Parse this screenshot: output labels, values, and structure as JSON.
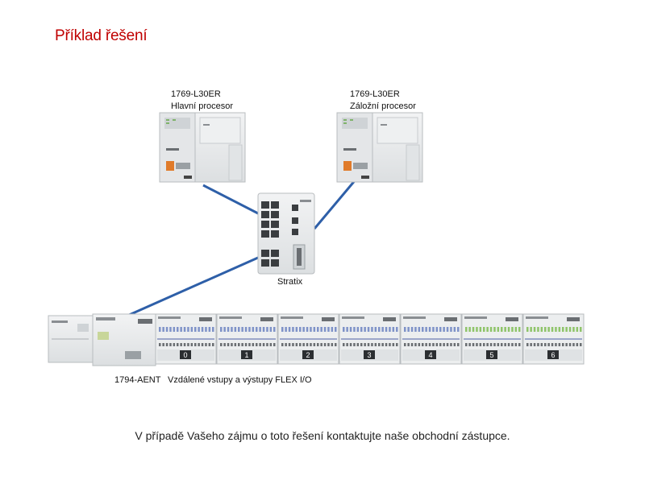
{
  "slide": {
    "title": "Příklad řešení",
    "footer": "V případě Vašeho zájmu o toto řešení kontaktujte naše obchodní zástupce."
  },
  "diagram": {
    "primary": {
      "model": "1769-L30ER",
      "role": "Hlavní procesor"
    },
    "backup": {
      "model": "1769-L30ER",
      "role": "Záložní procesor"
    },
    "switch": {
      "label": "Stratix"
    },
    "adapter": {
      "model": "1794-AENT"
    },
    "io": {
      "label": "Vzdálené vstupy a výstupy FLEX I/O",
      "module_numbers": [
        "0",
        "1",
        "2",
        "3",
        "4",
        "5",
        "6"
      ]
    }
  },
  "colors": {
    "title": "#c00000",
    "cable": "#2e5fa8",
    "device_body": "#e9ebec",
    "device_edge": "#b8bcbf"
  }
}
